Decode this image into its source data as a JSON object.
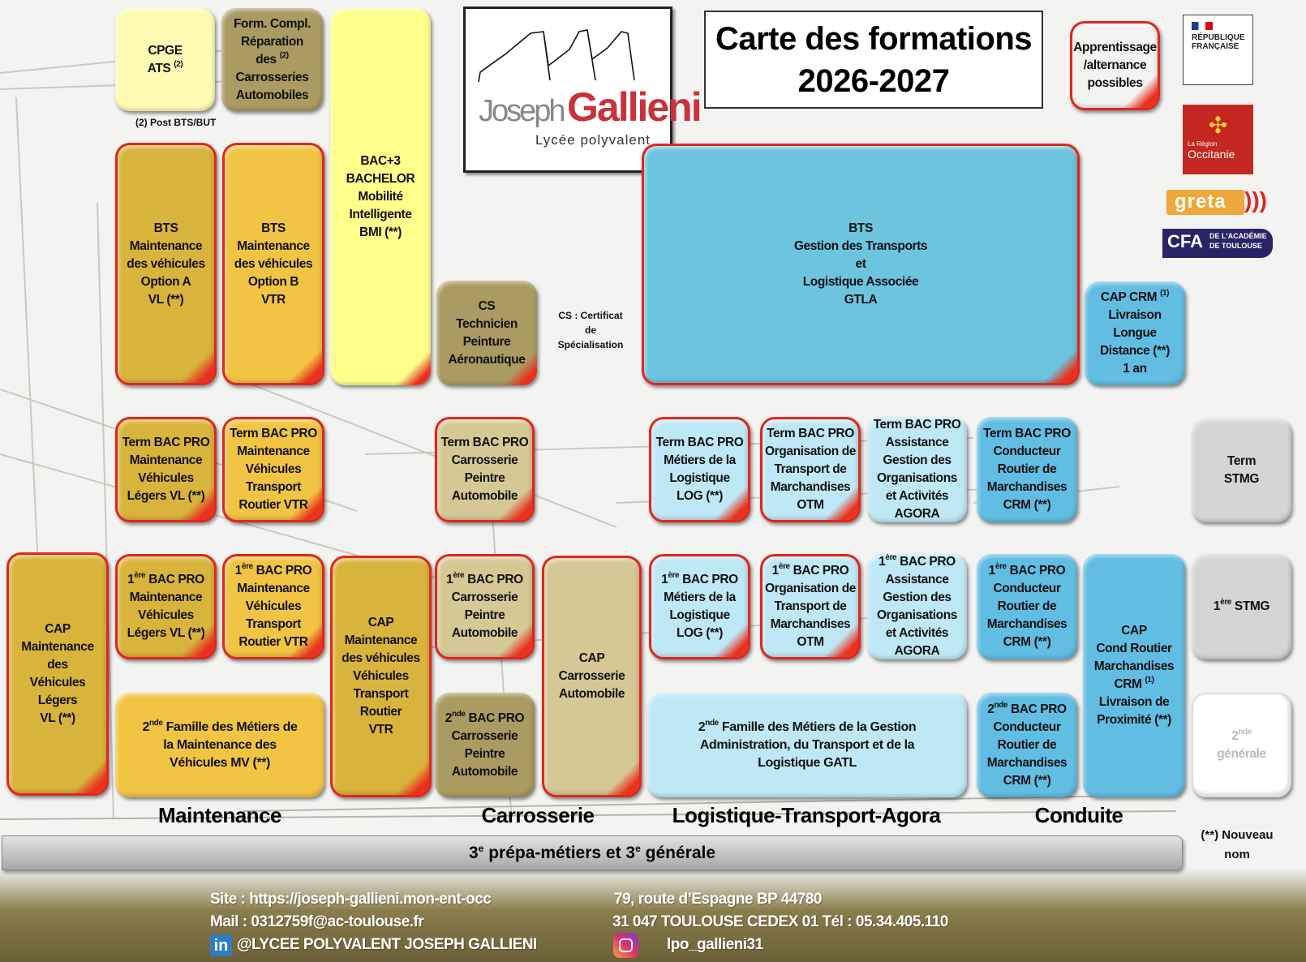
{
  "title": {
    "line1": "Carte des formations",
    "line2": "2026-2027"
  },
  "logo": {
    "first": "Joseph",
    "last": "Gallieni",
    "subtitle": "Lycée polyvalent"
  },
  "notes": {
    "post_bts": "(2) Post BTS/BUT",
    "cs_1": "CS : Certificat",
    "cs_2": "de",
    "cs_3": "Spécialisation",
    "new_1": "(**) Nouveau",
    "new_2": "nom"
  },
  "partners": {
    "rf": [
      "RÉPUBLIQUE",
      "FRANÇAISE"
    ],
    "occitanie": [
      "La Région",
      "Occitanie"
    ],
    "greta": "greta",
    "cfa": [
      "CFA",
      "DE L'ACADÉMIE",
      "DE TOULOUSE"
    ]
  },
  "boxes": [
    {
      "id": "cpge",
      "lines": [
        "CPGE",
        " ",
        {
          "pre": "ATS ",
          "sup": "(2)"
        }
      ]
    },
    {
      "id": "fc",
      "lines": [
        "Form. Compl.",
        "Réparation",
        {
          "pre": "des    ",
          "sup": "(2)"
        },
        "Carrosseries",
        "Automobiles"
      ]
    },
    {
      "id": "bac3",
      "lines": [
        "BAC+3",
        "BACHELOR",
        "Mobilité",
        "Intelligente",
        "BMI (**)"
      ]
    },
    {
      "id": "btsA",
      "lines": [
        "BTS",
        "Maintenance",
        "des véhicules",
        "Option A",
        "VL (**)"
      ]
    },
    {
      "id": "btsB",
      "lines": [
        "BTS",
        "Maintenance",
        "des véhicules",
        "Option B",
        "VTR"
      ]
    },
    {
      "id": "cs",
      "lines": [
        "CS",
        "Technicien",
        "Peinture",
        "Aéronautique"
      ]
    },
    {
      "id": "gtla",
      "lines": [
        "BTS",
        "Gestion des Transports",
        "et",
        "Logistique Associée",
        "GTLA"
      ]
    },
    {
      "id": "cllD",
      "lines": [
        {
          "pre": "CAP CRM ",
          "sup": "(1)"
        },
        "Livraison",
        "Longue",
        "Distance (**)",
        "1 an"
      ]
    },
    {
      "id": "appr",
      "lines": [
        "Apprentissage",
        "/alternance",
        "possibles"
      ]
    },
    {
      "id": "tVL",
      "lines": [
        "Term BAC PRO",
        "Maintenance",
        "Véhicules",
        "Légers VL (**)"
      ]
    },
    {
      "id": "tVTR",
      "lines": [
        "Term BAC PRO",
        "Maintenance",
        "Véhicules",
        "Transport",
        "Routier VTR"
      ]
    },
    {
      "id": "tCar",
      "lines": [
        "Term BAC PRO",
        "Carrosserie",
        "Peintre",
        "Automobile"
      ]
    },
    {
      "id": "tLOG",
      "lines": [
        "Term BAC PRO",
        "Métiers de la",
        "Logistique",
        "LOG (**)"
      ]
    },
    {
      "id": "tOTM",
      "lines": [
        "Term BAC PRO",
        "Organisation de",
        "Transport de",
        "Marchandises",
        "OTM"
      ]
    },
    {
      "id": "tAG",
      "lines": [
        "Term BAC PRO",
        "Assistance",
        "Gestion des",
        "Organisations",
        "et Activités",
        "AGORA"
      ]
    },
    {
      "id": "tCRM",
      "lines": [
        "Term BAC PRO",
        "Conducteur",
        "Routier de",
        "Marchandises",
        "CRM (**)"
      ]
    },
    {
      "id": "tSTMG",
      "lines": [
        "Term",
        "STMG"
      ]
    },
    {
      "id": "capVL",
      "lines": [
        "CAP",
        "Maintenance",
        "des",
        "Véhicules",
        "Légers",
        "VL (**)"
      ]
    },
    {
      "id": "pVL",
      "lines": [
        {
          "pre": "1",
          "sup": "ère",
          "post": " BAC PRO"
        },
        "Maintenance",
        "Véhicules",
        "Légers VL (**)"
      ]
    },
    {
      "id": "pVTR",
      "lines": [
        {
          "pre": "1",
          "sup": "ère",
          "post": " BAC PRO"
        },
        "Maintenance",
        "Véhicules",
        "Transport",
        "Routier VTR"
      ]
    },
    {
      "id": "capVTR",
      "lines": [
        "CAP",
        "Maintenance",
        "des véhicules",
        "Véhicules",
        "Transport",
        "Routier",
        "VTR"
      ]
    },
    {
      "id": "pCar",
      "lines": [
        {
          "pre": "1",
          "sup": "ère",
          "post": " BAC PRO"
        },
        "Carrosserie",
        "Peintre",
        "Automobile"
      ]
    },
    {
      "id": "capCar",
      "lines": [
        "CAP",
        "Carrosserie",
        "Automobile"
      ]
    },
    {
      "id": "pLOG",
      "lines": [
        {
          "pre": "1",
          "sup": "ère",
          "post": " BAC PRO"
        },
        "Métiers de la",
        "Logistique",
        "LOG (**)"
      ]
    },
    {
      "id": "pOTM",
      "lines": [
        {
          "pre": "1",
          "sup": "ère",
          "post": " BAC PRO"
        },
        "Organisation de",
        "Transport de",
        "Marchandises",
        "OTM"
      ]
    },
    {
      "id": "pAG",
      "lines": [
        {
          "pre": "1",
          "sup": "ère",
          "post": " BAC PRO"
        },
        "Assistance",
        "Gestion des",
        "Organisations",
        "et Activités",
        "AGORA"
      ]
    },
    {
      "id": "pCRM",
      "lines": [
        {
          "pre": "1",
          "sup": "ère",
          "post": " BAC PRO"
        },
        "Conducteur",
        "Routier de",
        "Marchandises",
        "CRM (**)"
      ]
    },
    {
      "id": "capCRM",
      "lines": [
        "CAP",
        "Cond  Routier",
        "Marchandises",
        {
          "pre": "CRM ",
          "sup": "(1)"
        },
        "Livraison  de",
        "Proximité (**)"
      ]
    },
    {
      "id": "pSTMG",
      "lines": [
        {
          "pre": "1",
          "sup": "ère",
          "post": " STMG"
        }
      ]
    },
    {
      "id": "sMV",
      "lines": [
        {
          "pre": "2",
          "sup": "nde",
          "post": " Famille des Métiers de"
        },
        "la Maintenance des",
        "Véhicules MV (**)"
      ]
    },
    {
      "id": "sCar",
      "lines": [
        {
          "pre": "2",
          "sup": "nde",
          "post": " BAC PRO"
        },
        "Carrosserie",
        "Peintre",
        "Automobile"
      ]
    },
    {
      "id": "sGATL",
      "lines": [
        {
          "pre": "2",
          "sup": "nde",
          "post": " Famille des Métiers de la  Gestion"
        },
        "Administration, du Transport et de la",
        "Logistique GATL"
      ]
    },
    {
      "id": "sCRM",
      "lines": [
        {
          "pre": "2",
          "sup": "nde",
          "post": " BAC PRO"
        },
        "Conducteur",
        "Routier de",
        "Marchandises",
        "CRM (**)"
      ]
    },
    {
      "id": "sGen",
      "lines": [
        {
          "pre": "2",
          "sup": "nde"
        },
        "générale"
      ]
    }
  ],
  "categories": [
    "Maintenance",
    "Carrosserie",
    "Logistique-Transport-Agora",
    "Conduite"
  ],
  "bottom_bar": {
    "pre": "3",
    "sup": "e",
    "mid": " prépa-métiers et 3",
    "sup2": "e",
    "post": " générale"
  },
  "footer": {
    "site": "Site : https://joseph-gallieni.mon-ent-occ",
    "mail": "Mail : 0312759f@ac-toulouse.fr",
    "linkedin": "@LYCEE POLYVALENT JOSEPH GALLIENI",
    "address1": "79, route d’Espagne BP 44780",
    "address2": "31 047 TOULOUSE  CEDEX 01 Tél : 05.34.405.110",
    "instagram": "lpo_gallieni31"
  },
  "colors": {
    "accent_red": "#e2261c",
    "gallieni_red": "#c8323a"
  }
}
